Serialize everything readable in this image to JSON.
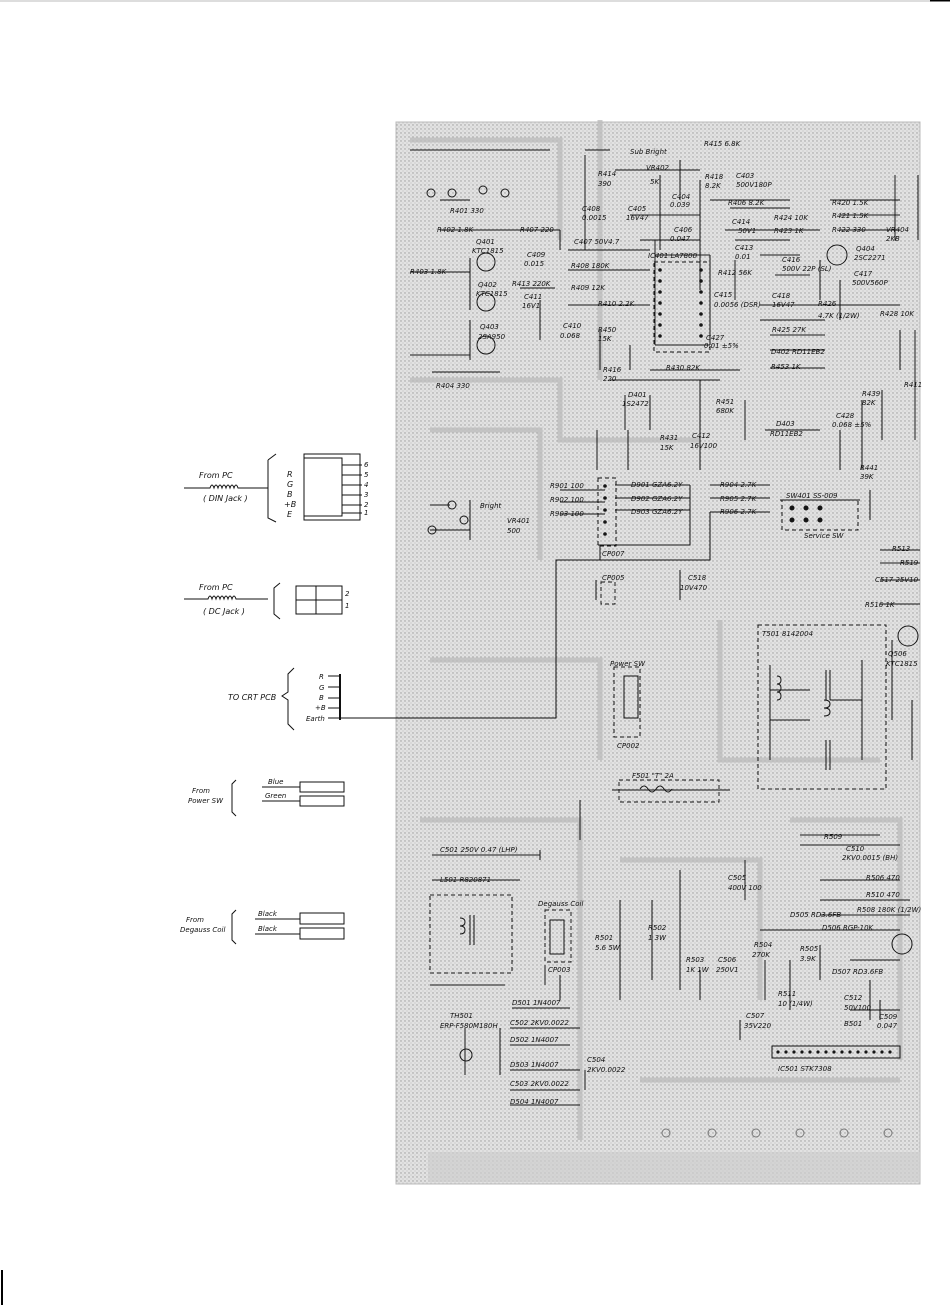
{
  "connectors": {
    "din": {
      "from": "From PC",
      "jack": "( DIN Jack )",
      "pins": [
        "R",
        "G",
        "B",
        "+B",
        "E"
      ],
      "pin_numbers": [
        "6",
        "5",
        "4",
        "3",
        "2",
        "1"
      ]
    },
    "dc": {
      "from": "From PC",
      "jack": "( DC Jack )",
      "pin_numbers": [
        "2",
        "1"
      ]
    },
    "crt": {
      "label": "TO CRT PCB",
      "pins": [
        "R",
        "G",
        "B",
        "+B",
        "Earth"
      ]
    },
    "power_sw": {
      "from_line1": "From",
      "from_line2": "Power SW",
      "wires": [
        "Blue",
        "Green"
      ]
    },
    "degauss": {
      "from_line1": "From",
      "from_line2": "Degauss Coil",
      "wires": [
        "Black",
        "Black"
      ]
    }
  },
  "board_labels": {
    "sub_bright": "Sub Bright",
    "vr402": "VR402",
    "vr402_val": "5K",
    "r415": "R415 6.8K",
    "r414": "R414",
    "r414_val": "390",
    "r418": "R418",
    "r418_val": "8.2K",
    "c403": "C403",
    "c403_val": "500V180P",
    "r401": "R401 330",
    "r402": "R402 1.8K",
    "r407": "R407 220",
    "c408": "C408",
    "c408_val": "0.0015",
    "c405": "C405",
    "c405_val": "16V47",
    "c404": "C404",
    "c404_val": "0.039",
    "r406": "R406 8.2K",
    "r420": "R420 1.5K",
    "r421": "R421 1.5K",
    "r422": "R422 330",
    "vr404": "VR404",
    "vr404_val": "2KB",
    "c414": "C414",
    "c414_val": "50V1",
    "r424": "R424 10K",
    "r423": "R423 1K",
    "q401": "Q401",
    "q401_val": "KTC1815",
    "c407": "C407 50V4.7",
    "c406": "C406",
    "c406_val": "0.047",
    "c413": "C413",
    "c413_val": "0.01",
    "q404": "Q404",
    "q404_val": "2SC2271",
    "c409": "C409",
    "c409_val": "0.015",
    "r408": "R408 180K",
    "ic401": "IC401 LA7800",
    "r412": "R412 56K",
    "c416": "C416",
    "c416_val": "500V 22P (SL)",
    "c417": "C417",
    "c417_val": "500V560P",
    "r403": "R403 1.8K",
    "q402": "Q402",
    "q402_val": "KTC1815",
    "r413": "R413 220K",
    "r409": "R409 12K",
    "c415": "C415",
    "c415_val": "0.0056 (DSR)",
    "c418": "C418",
    "c418_val": "16V47",
    "r426": "R426",
    "r426_val": "4.7K (1/2W)",
    "r428": "R428 10K",
    "c411": "C411",
    "c411_val": "16V1",
    "r410": "R410 2.2K",
    "q403": "Q403",
    "q403_val": "2SA950",
    "c410": "C410",
    "c410_val": "0.068",
    "r450": "R450",
    "r450_val": "15K",
    "c427": "C427",
    "c427_val": "0.01 ±5%",
    "r425": "R425 27K",
    "d402": "D402 RD11EB2",
    "r453": "R453 1K",
    "r416": "R416",
    "r416_val": "220",
    "r430": "R430 82K",
    "r404": "R404 330",
    "d401": "D401",
    "d401_val": "1S2472",
    "r451": "R451",
    "r451_val": "680K",
    "r439": "R439",
    "r439_val": "82K",
    "r411": "R411",
    "c428": "C428",
    "c428_val": "0.068 ±5%",
    "d403": "D403",
    "d403_val": "RD11EB2",
    "r431": "R431",
    "r431_val": "15K",
    "c412": "C412",
    "c412_val": "16V100",
    "r441": "R441",
    "r441_val": "39K",
    "r901": "R901 100",
    "r902": "R902 100",
    "r903": "R903 100",
    "d901": "D901 GZA6.2Y",
    "d902": "D902 GZA6.2Y",
    "d903": "D903 GZA6.2Y",
    "r904": "R904 2.7K",
    "r905": "R905 2.7K",
    "r906": "R906 2.7K",
    "sw401": "SW401 SS-009",
    "service_sw": "Service SW",
    "cp007": "CP007",
    "bright": "Bright",
    "vr401": "VR401",
    "vr401_val": "500",
    "cp005": "CP005",
    "c518": "C518",
    "c518_val": "10V470",
    "r513": "R513",
    "r519": "R519",
    "c517": "C517 25V10",
    "r516": "R516 1K",
    "t501": "T501 8142004",
    "q506": "Q506",
    "q506_val": "KTC1815",
    "power_sw": "Power SW",
    "cp002": "CP002",
    "f501": "F501 \"T\" 2A",
    "r509": "R509",
    "c510": "C510",
    "c510_val": "2KV0.0015 (BH)",
    "c501": "C501 250V 0.47 (LHP)",
    "l501": "L501 R820871",
    "degauss_coil": "Degauss Coil",
    "cp003": "CP003",
    "c505": "C505",
    "c505_val": "400V 100",
    "r506": "R506 470",
    "r510": "R510 470",
    "r508": "R508 180K (1/2W)",
    "d505": "D505 RD3.6FB",
    "d506": "D506 RGP-10K",
    "r501": "R501",
    "r501_val": "5.6 5W",
    "r502": "R502",
    "r502_val": "1 3W",
    "r503": "R503",
    "r503_val": "1K 1W",
    "c506": "C506",
    "c506_val": "250V1",
    "r504": "R504",
    "r504_val": "270K",
    "r505": "R505",
    "r505_val": "3.9K",
    "d507": "D507 RD3.6FB",
    "r511": "R511",
    "r511_val": "10 (1/4W)",
    "c512": "C512",
    "c512_val": "50V100",
    "c507": "C507",
    "c507_val": "35V220",
    "b501": "B501",
    "c509": "C509",
    "c509_val": "0.047",
    "d501": "D501 1N4007",
    "th501": "TH501",
    "th501_val": "ERP-F580M180H",
    "c502": "C502 2KV0.0022",
    "d502": "D502 1N4007",
    "d503": "D503 1N4007",
    "c504": "C504",
    "c504_val": "2KV0.0022",
    "c503": "C503 2KV0.0022",
    "d504": "D504 1N4007",
    "ic501": "IC501 STK7308"
  },
  "colors": {
    "ink": "#151515",
    "board": "#d9d9d9",
    "background": "#ffffff"
  }
}
